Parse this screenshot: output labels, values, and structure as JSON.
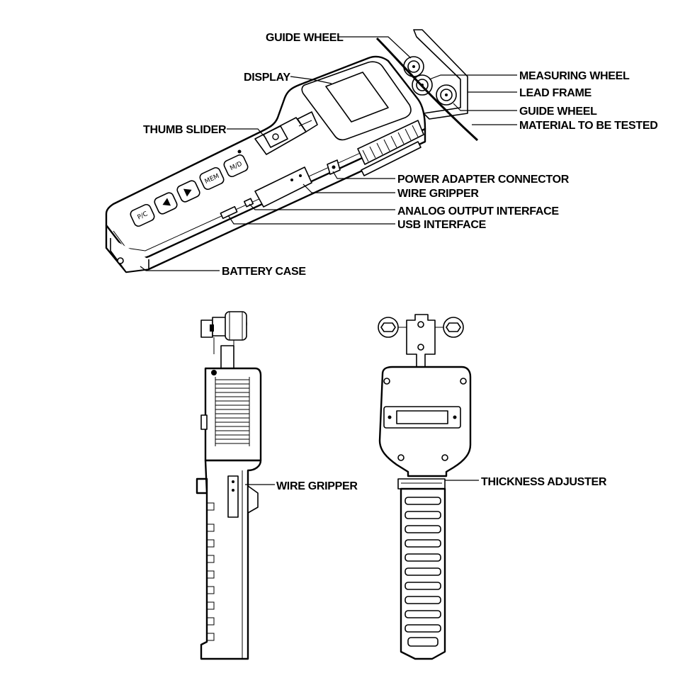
{
  "labels": {
    "guide_wheel_top": "GUIDE WHEEL",
    "display": "DISPLAY",
    "measuring_wheel": "MEASURING WHEEL",
    "lead_frame": "LEAD FRAME",
    "guide_wheel_right": "GUIDE WHEEL",
    "material": "MATERIAL TO BE TESTED",
    "thumb_slider": "THUMB SLIDER",
    "power_adapter": "POWER ADAPTER CONNECTOR",
    "wire_gripper_top": "WIRE GRIPPER",
    "analog_output": "ANALOG OUTPUT INTERFACE",
    "usb": "USB INTERFACE",
    "battery_case": "BATTERY CASE",
    "wire_gripper_side": "WIRE GRIPPER",
    "thickness_adjuster": "THICKNESS ADJUSTER"
  },
  "buttons": {
    "pc": "P/C",
    "mem": "MEM",
    "md": "M/D"
  }
}
